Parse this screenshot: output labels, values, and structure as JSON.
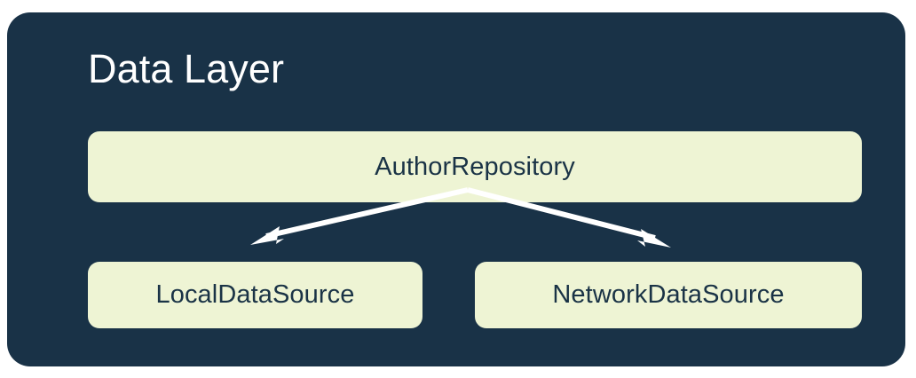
{
  "diagram": {
    "type": "architecture-layer-diagram",
    "title": "Data Layer",
    "background_color": "#FFFFFF",
    "panel_color": "#193247",
    "node_fill_color": "#EEF4D4",
    "node_text_color": "#1A3346",
    "connector_color": "#FFFFFF",
    "nodes": [
      {
        "id": "author-repository",
        "label": "AuthorRepository",
        "role": "repository"
      },
      {
        "id": "local-data-source",
        "label": "LocalDataSource",
        "role": "data-source"
      },
      {
        "id": "network-data-source",
        "label": "NetworkDataSource",
        "role": "data-source"
      }
    ],
    "edges": [
      {
        "from": "author-repository",
        "to": "local-data-source",
        "arrow": "to"
      },
      {
        "from": "author-repository",
        "to": "network-data-source",
        "arrow": "to"
      }
    ]
  }
}
